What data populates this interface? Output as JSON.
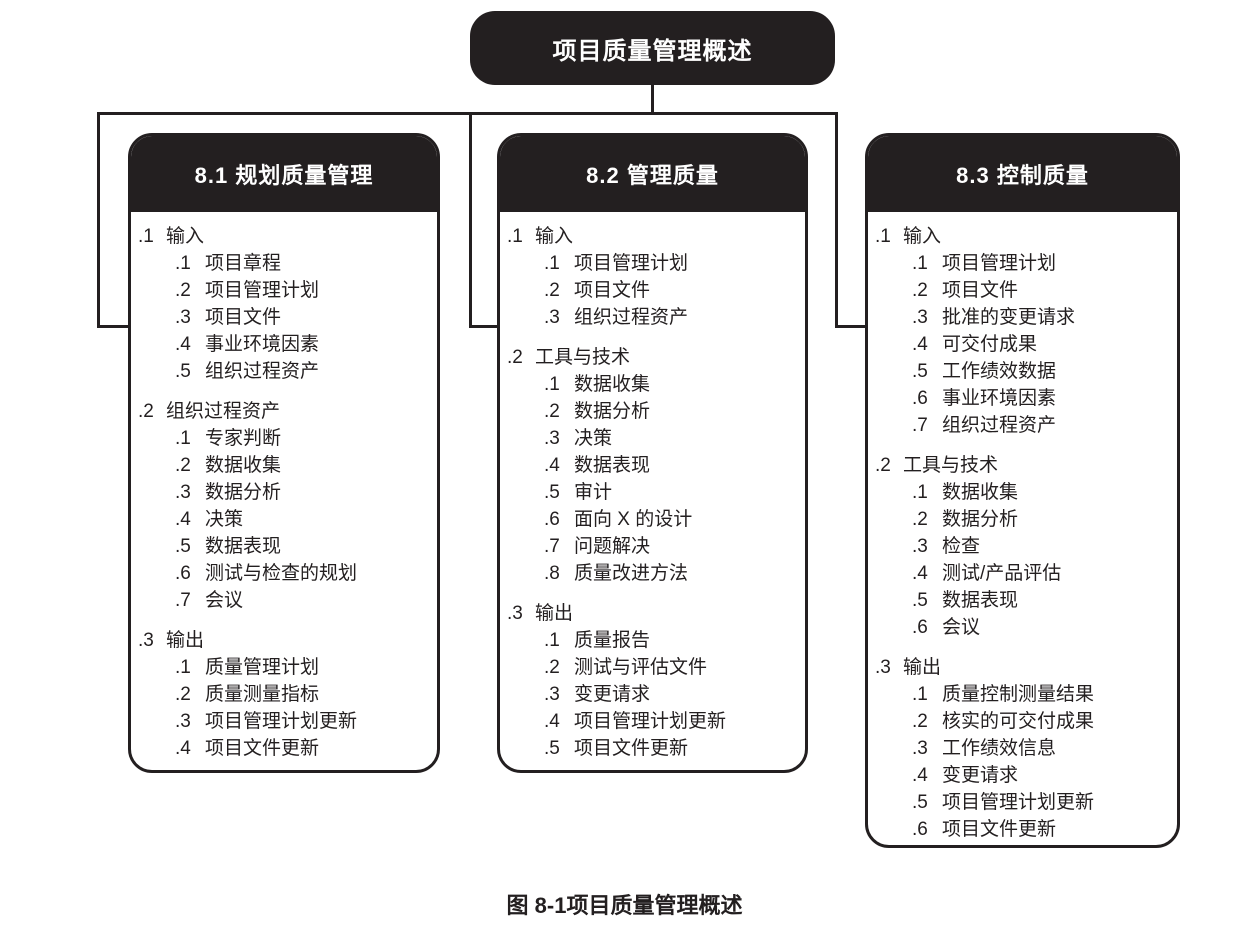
{
  "overview": {
    "title": "项目质量管理概述"
  },
  "caption": "图 8-1项目质量管理概述",
  "colors": {
    "ink": "#231f20",
    "background": "#ffffff",
    "header_text": "#ffffff"
  },
  "columns": [
    {
      "title": "8.1 规划质量管理",
      "sections": [
        {
          "num": ".1",
          "label": "输入",
          "items": [
            {
              "num": ".1",
              "label": "项目章程"
            },
            {
              "num": ".2",
              "label": "项目管理计划"
            },
            {
              "num": ".3",
              "label": "项目文件"
            },
            {
              "num": ".4",
              "label": "事业环境因素"
            },
            {
              "num": ".5",
              "label": "组织过程资产"
            }
          ]
        },
        {
          "num": ".2",
          "label": "组织过程资产",
          "items": [
            {
              "num": ".1",
              "label": "专家判断"
            },
            {
              "num": ".2",
              "label": "数据收集"
            },
            {
              "num": ".3",
              "label": "数据分析"
            },
            {
              "num": ".4",
              "label": "决策"
            },
            {
              "num": ".5",
              "label": "数据表现"
            },
            {
              "num": ".6",
              "label": "测试与检查的规划"
            },
            {
              "num": ".7",
              "label": "会议"
            }
          ]
        },
        {
          "num": ".3",
          "label": "输出",
          "items": [
            {
              "num": ".1",
              "label": "质量管理计划"
            },
            {
              "num": ".2",
              "label": "质量测量指标"
            },
            {
              "num": ".3",
              "label": "项目管理计划更新"
            },
            {
              "num": ".4",
              "label": "项目文件更新"
            }
          ]
        }
      ]
    },
    {
      "title": "8.2 管理质量",
      "sections": [
        {
          "num": ".1",
          "label": "输入",
          "items": [
            {
              "num": ".1",
              "label": "项目管理计划"
            },
            {
              "num": ".2",
              "label": "项目文件"
            },
            {
              "num": ".3",
              "label": "组织过程资产"
            }
          ]
        },
        {
          "num": ".2",
          "label": "工具与技术",
          "items": [
            {
              "num": ".1",
              "label": "数据收集"
            },
            {
              "num": ".2",
              "label": "数据分析"
            },
            {
              "num": ".3",
              "label": "决策"
            },
            {
              "num": ".4",
              "label": "数据表现"
            },
            {
              "num": ".5",
              "label": "审计"
            },
            {
              "num": ".6",
              "label": "面向 X 的设计"
            },
            {
              "num": ".7",
              "label": "问题解决"
            },
            {
              "num": ".8",
              "label": "质量改进方法"
            }
          ]
        },
        {
          "num": ".3",
          "label": "输出",
          "items": [
            {
              "num": ".1",
              "label": "质量报告"
            },
            {
              "num": ".2",
              "label": "测试与评估文件"
            },
            {
              "num": ".3",
              "label": "变更请求"
            },
            {
              "num": ".4",
              "label": "项目管理计划更新"
            },
            {
              "num": ".5",
              "label": "项目文件更新"
            }
          ]
        }
      ]
    },
    {
      "title": "8.3 控制质量",
      "sections": [
        {
          "num": ".1",
          "label": "输入",
          "items": [
            {
              "num": ".1",
              "label": "项目管理计划"
            },
            {
              "num": ".2",
              "label": "项目文件"
            },
            {
              "num": ".3",
              "label": "批准的变更请求"
            },
            {
              "num": ".4",
              "label": "可交付成果"
            },
            {
              "num": ".5",
              "label": "工作绩效数据"
            },
            {
              "num": ".6",
              "label": "事业环境因素"
            },
            {
              "num": ".7",
              "label": "组织过程资产"
            }
          ]
        },
        {
          "num": ".2",
          "label": "工具与技术",
          "items": [
            {
              "num": ".1",
              "label": "数据收集"
            },
            {
              "num": ".2",
              "label": "数据分析"
            },
            {
              "num": ".3",
              "label": "检查"
            },
            {
              "num": ".4",
              "label": "测试/产品评估"
            },
            {
              "num": ".5",
              "label": "数据表现"
            },
            {
              "num": ".6",
              "label": "会议"
            }
          ]
        },
        {
          "num": ".3",
          "label": "输出",
          "items": [
            {
              "num": ".1",
              "label": "质量控制测量结果"
            },
            {
              "num": ".2",
              "label": "核实的可交付成果"
            },
            {
              "num": ".3",
              "label": "工作绩效信息"
            },
            {
              "num": ".4",
              "label": "变更请求"
            },
            {
              "num": ".5",
              "label": "项目管理计划更新"
            },
            {
              "num": ".6",
              "label": "项目文件更新"
            }
          ]
        }
      ]
    }
  ]
}
